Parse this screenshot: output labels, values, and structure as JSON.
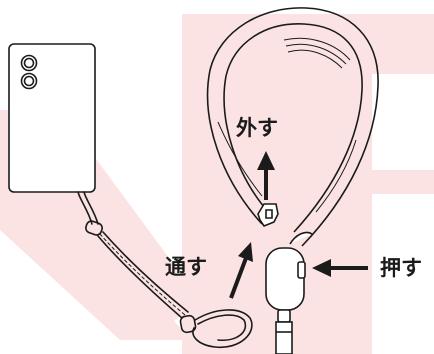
{
  "labels": {
    "remove": "外す",
    "thread": "通す",
    "push": "押す"
  },
  "colors": {
    "line": "#1b1b1b",
    "watermark": "#fbe3e4",
    "background": "#ffffff"
  },
  "icons": [
    "phone-icon",
    "arrow-up-icon",
    "arrow-diagonal-icon",
    "arrow-left-icon"
  ]
}
